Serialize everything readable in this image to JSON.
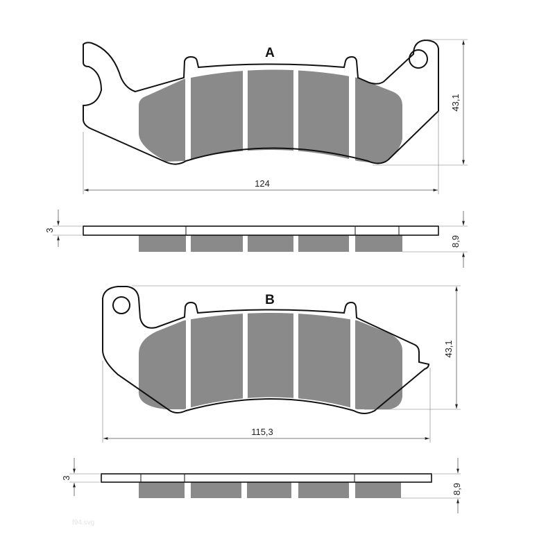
{
  "pad_a": {
    "label": "A",
    "width_dim": "124",
    "height_dim": "43,1",
    "thickness_plate_dim": "3",
    "thickness_total_dim": "8,9"
  },
  "pad_b": {
    "label": "B",
    "width_dim": "115,3",
    "height_dim": "43,1",
    "thickness_plate_dim": "3",
    "thickness_total_dim": "8,9"
  },
  "watermark": "f94.svg",
  "colors": {
    "friction_material": "#8a8a8a",
    "outline": "#111111",
    "background": "#ffffff"
  }
}
